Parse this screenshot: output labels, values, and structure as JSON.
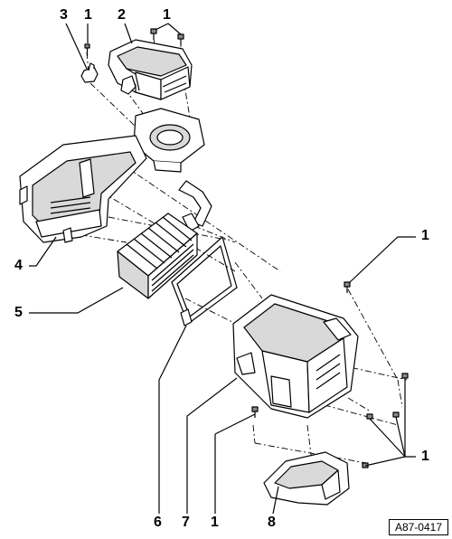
{
  "diagram": {
    "reference_code": "A87-0417",
    "callouts": [
      {
        "id": "c3",
        "text": "3"
      },
      {
        "id": "c1a",
        "text": "1"
      },
      {
        "id": "c2",
        "text": "2"
      },
      {
        "id": "c1b",
        "text": "1"
      },
      {
        "id": "c1c",
        "text": "1"
      },
      {
        "id": "c4",
        "text": "4"
      },
      {
        "id": "c5",
        "text": "5"
      },
      {
        "id": "c1d",
        "text": "1"
      },
      {
        "id": "c6",
        "text": "6"
      },
      {
        "id": "c7",
        "text": "7"
      },
      {
        "id": "c1e",
        "text": "1"
      },
      {
        "id": "c8",
        "text": "8"
      }
    ]
  }
}
